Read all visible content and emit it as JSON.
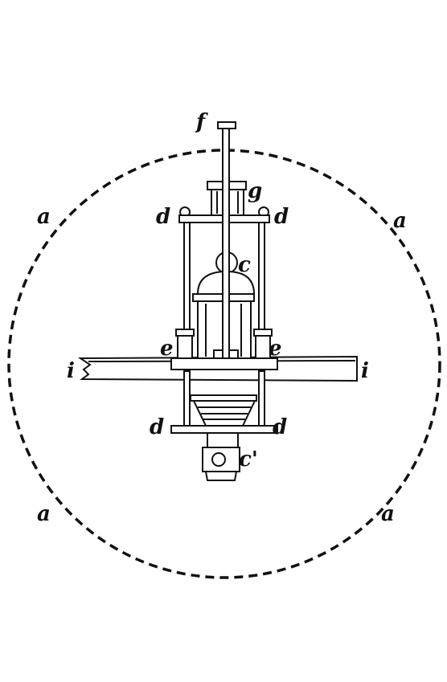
{
  "labels": {
    "a": "a",
    "c": "c",
    "c_prime": "c'",
    "d": "d",
    "e": "e",
    "f": "f",
    "g": "g",
    "i": "i"
  }
}
